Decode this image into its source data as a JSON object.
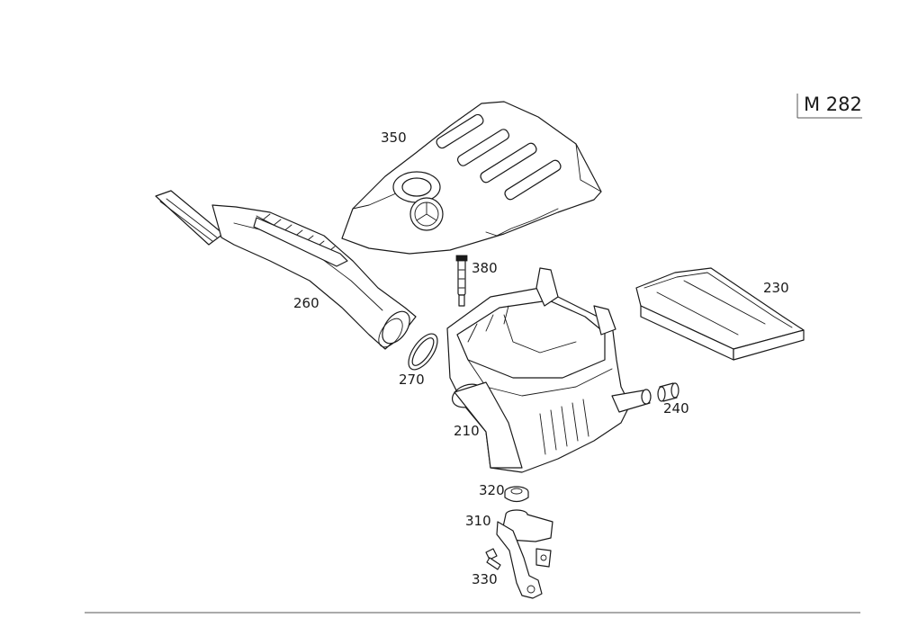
{
  "engine_code": "M 282",
  "parts": [
    {
      "id": "p350",
      "number": "350",
      "name": "engine-cover"
    },
    {
      "id": "p380",
      "number": "380",
      "name": "pin"
    },
    {
      "id": "p230",
      "number": "230",
      "name": "air-filter-element"
    },
    {
      "id": "p260",
      "number": "260",
      "name": "intake-duct"
    },
    {
      "id": "p270",
      "number": "270",
      "name": "seal-ring"
    },
    {
      "id": "p210",
      "number": "210",
      "name": "air-filter-housing"
    },
    {
      "id": "p240",
      "number": "240",
      "name": "grommet"
    },
    {
      "id": "p320",
      "number": "320",
      "name": "rubber-mount"
    },
    {
      "id": "p310",
      "number": "310",
      "name": "bracket"
    },
    {
      "id": "p330",
      "number": "330",
      "name": "bolt"
    }
  ]
}
